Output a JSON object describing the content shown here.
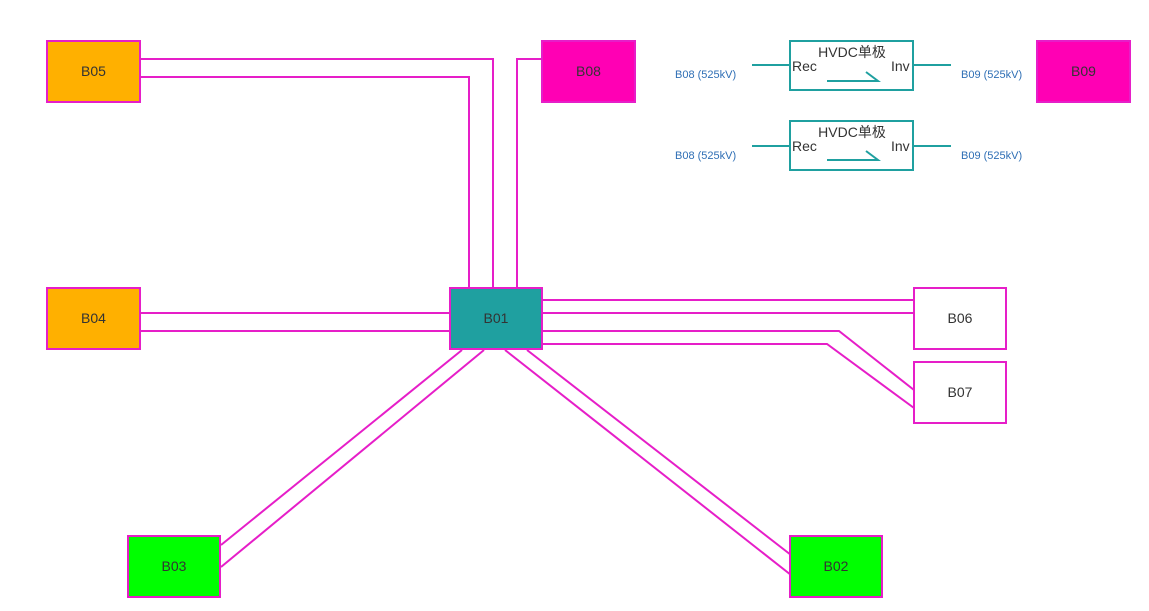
{
  "colors": {
    "line": "#E61EC8",
    "hvdc_stroke": "#1FA0A0",
    "port_text": "#2F6FB5",
    "text": "#333333",
    "orange": "#FFB000",
    "magenta": "#FF00B4",
    "teal": "#1FA0A0",
    "green": "#00FF00",
    "white": "#FFFFFF"
  },
  "buses": [
    {
      "id": "B05",
      "label": "B05",
      "fill": "orange"
    },
    {
      "id": "B08",
      "label": "B08",
      "fill": "magenta"
    },
    {
      "id": "B09",
      "label": "B09",
      "fill": "magenta"
    },
    {
      "id": "B04",
      "label": "B04",
      "fill": "orange"
    },
    {
      "id": "B01",
      "label": "B01",
      "fill": "teal"
    },
    {
      "id": "B06",
      "label": "B06",
      "fill": "white"
    },
    {
      "id": "B07",
      "label": "B07",
      "fill": "white"
    },
    {
      "id": "B03",
      "label": "B03",
      "fill": "green"
    },
    {
      "id": "B02",
      "label": "B02",
      "fill": "green"
    }
  ],
  "hvdc": [
    {
      "title": "HVDC单极",
      "rec": "Rec",
      "inv": "Inv",
      "left_port": "B08 (525kV)",
      "right_port": "B09 (525kV)"
    },
    {
      "title": "HVDC单极",
      "rec": "Rec",
      "inv": "Inv",
      "left_port": "B08 (525kV)",
      "right_port": "B09 (525kV)"
    }
  ]
}
